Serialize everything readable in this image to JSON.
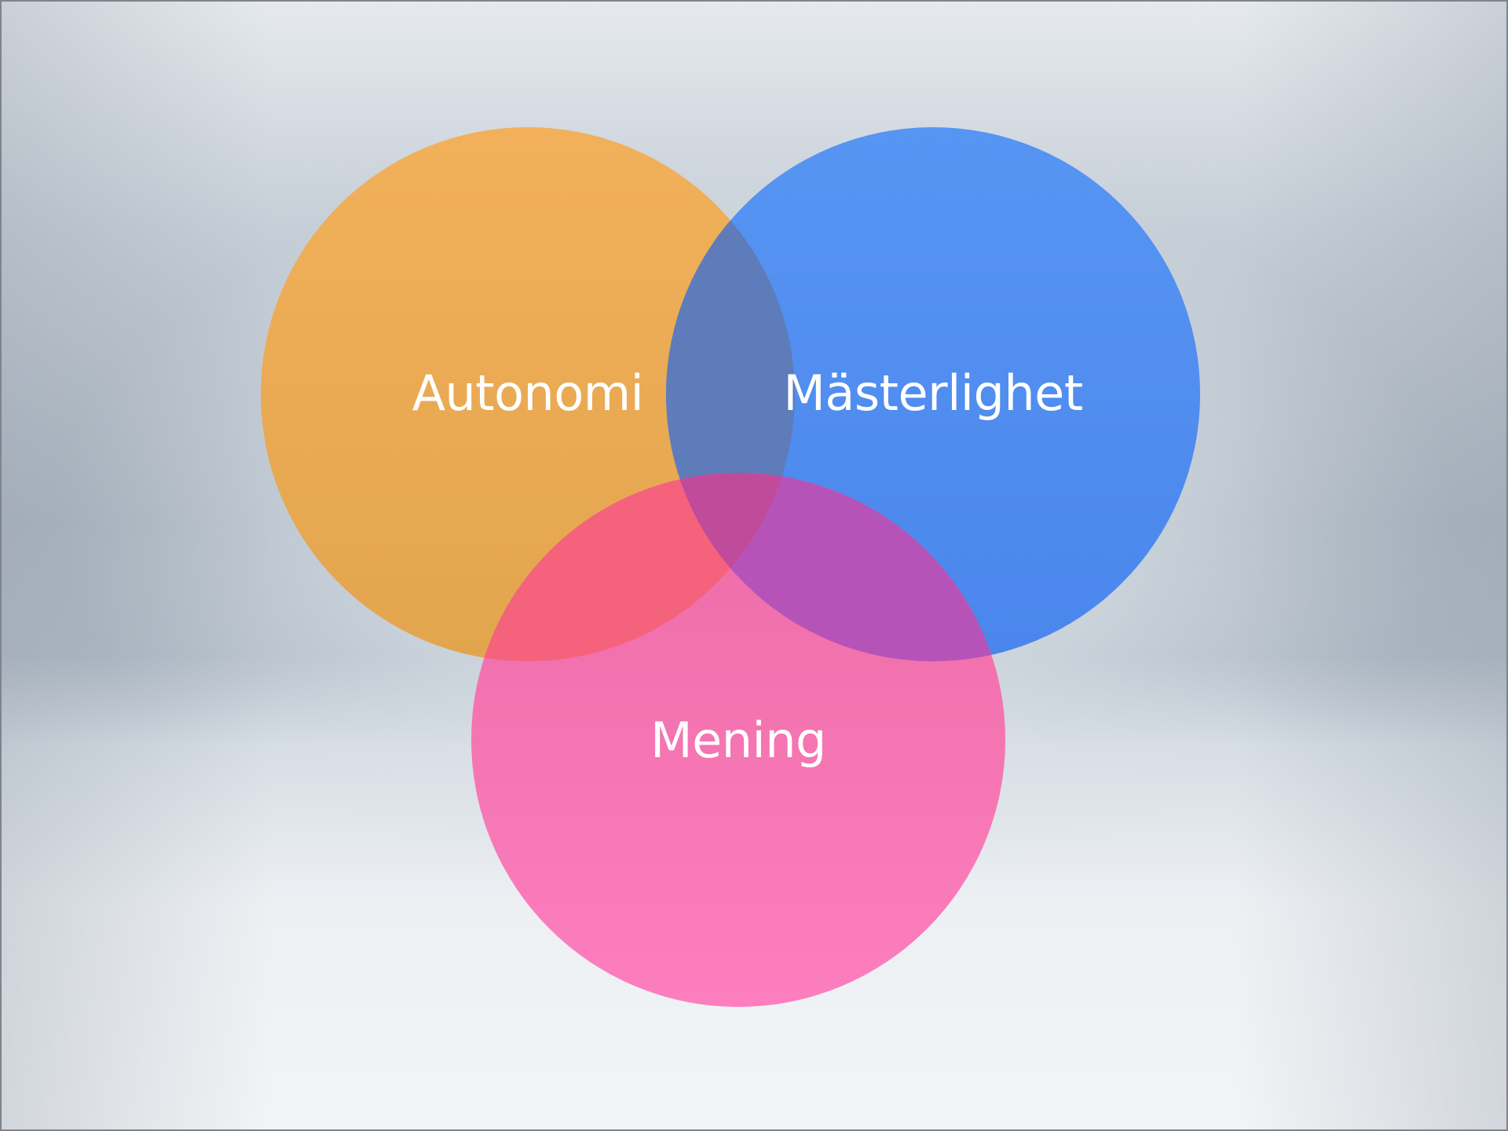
{
  "venn": {
    "sets": [
      {
        "id": "autonomi",
        "label": "Autonomi",
        "color": "#F0A94A"
      },
      {
        "id": "masterlighet",
        "label": "Mästerlighet",
        "color": "#4A85EE"
      },
      {
        "id": "mening",
        "label": "Mening",
        "color": "#F874B6"
      }
    ],
    "overlap_colors": {
      "autonomi_masterlighet": "#5E7BB8",
      "autonomi_mening": "#F5627A",
      "masterlighet_mening": "#B453B8",
      "all": "#C04A9A"
    },
    "background": {
      "top": "#E6EAEE",
      "middle": "#AAB5C1",
      "bottom": "#F2F4F6"
    }
  }
}
